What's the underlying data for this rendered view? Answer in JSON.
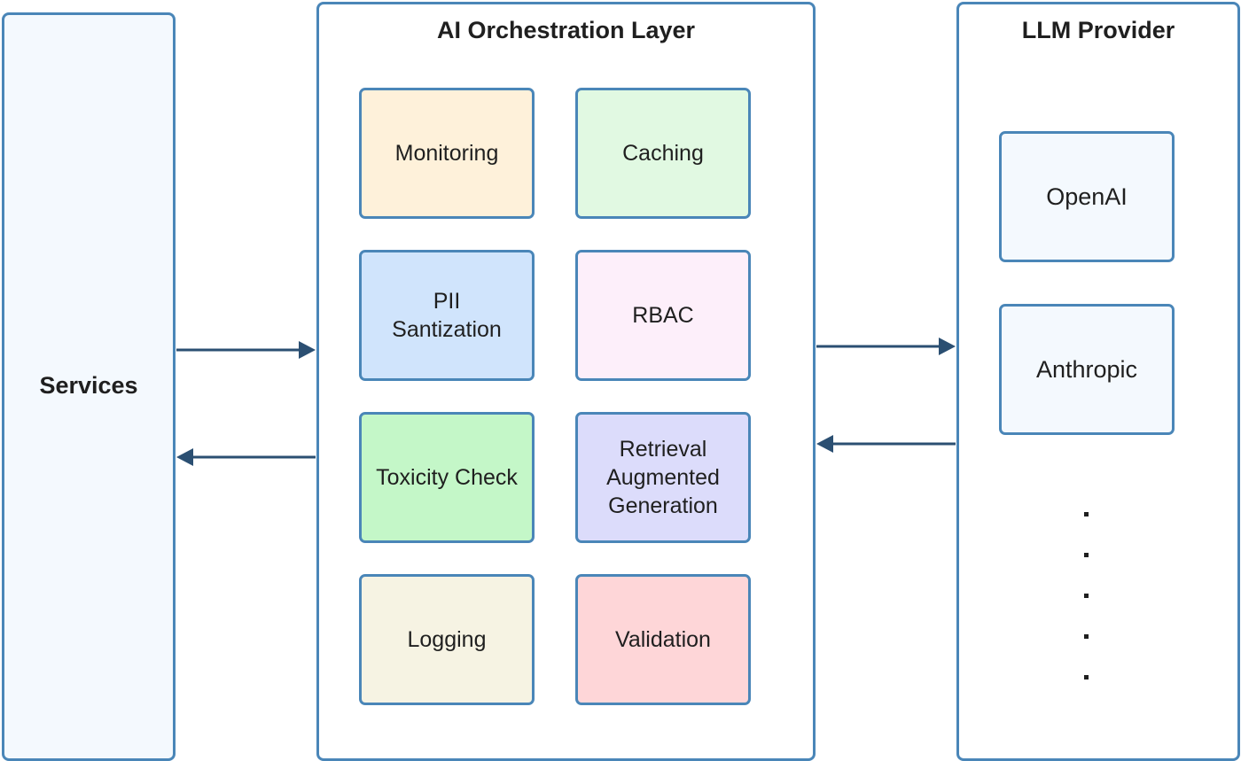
{
  "services": {
    "label": "Services"
  },
  "orchestration": {
    "title": "AI Orchestration Layer",
    "components": [
      {
        "id": "monitoring",
        "label": "Monitoring",
        "color": "#fef1da"
      },
      {
        "id": "caching",
        "label": "Caching",
        "color": "#e1f9e2"
      },
      {
        "id": "pii",
        "label": "PII\nSantization",
        "color": "#d0e4fc"
      },
      {
        "id": "rbac",
        "label": "RBAC",
        "color": "#fdeffa"
      },
      {
        "id": "toxicity",
        "label": "Toxicity Check",
        "color": "#c4f7c8"
      },
      {
        "id": "rag",
        "label": "Retrieval\nAugmented\nGeneration",
        "color": "#dcdcfb"
      },
      {
        "id": "logging",
        "label": "Logging",
        "color": "#f6f3e3"
      },
      {
        "id": "validation",
        "label": "Validation",
        "color": "#fed6d8"
      }
    ]
  },
  "llm_provider": {
    "title": "LLM Provider",
    "providers": [
      {
        "label": "OpenAI",
        "color": "#f4f9fe"
      },
      {
        "label": "Anthropic",
        "color": "#f4f9fe"
      }
    ],
    "ellipsis_count": 5
  },
  "colors": {
    "border": "#4a86b8",
    "arrow": "#2b4f72",
    "services_fill": "#f4f9fe"
  }
}
